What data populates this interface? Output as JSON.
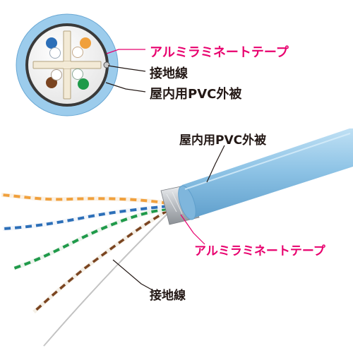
{
  "labels": {
    "cross_section": {
      "aluminum_tape": "アルミラミネートテープ",
      "ground_wire": "接地線",
      "outer_jacket": "屋内用PVC外被"
    },
    "cable_side": {
      "outer_jacket": "屋内用PVC外被",
      "aluminum_tape": "アルミラミネートテープ",
      "ground_wire": "接地線"
    }
  },
  "colors": {
    "label_accent": "#e8006e",
    "label_text": "#231815",
    "jacket": "#8fc4e6",
    "pair_orange": "#f0a03c",
    "pair_blue": "#2c6fb8",
    "pair_brown": "#7a4420",
    "pair_green": "#1f9a4a",
    "aluminum_tape": "#bfc3c7"
  }
}
